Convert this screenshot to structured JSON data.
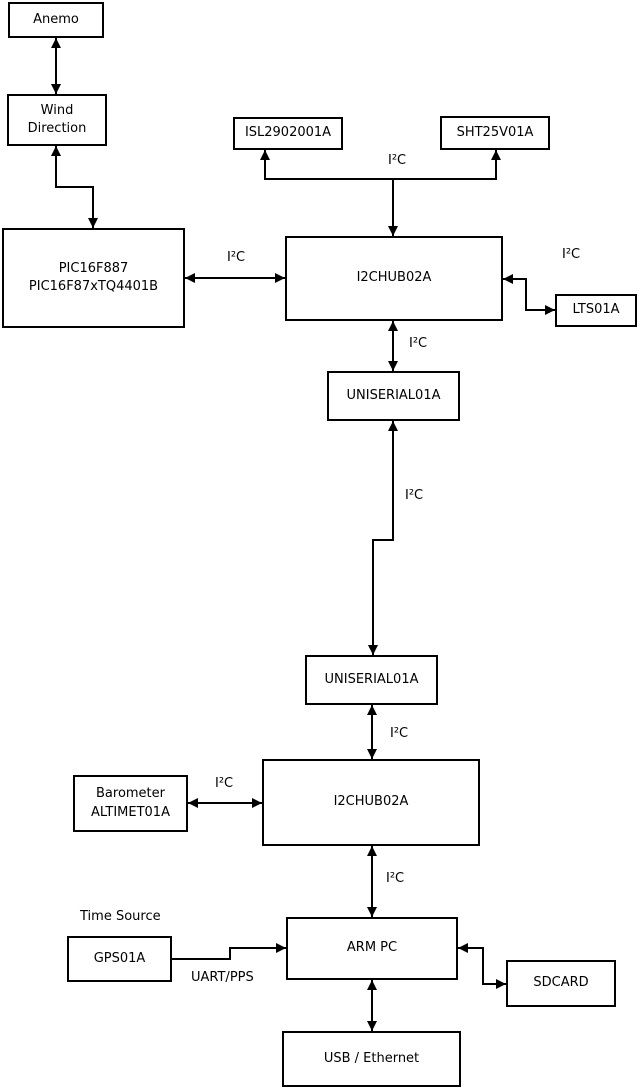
{
  "boxes": {
    "anemo": {
      "label": "Anemo"
    },
    "wind_direction": {
      "line1": "Wind",
      "line2": "Direction"
    },
    "pic": {
      "line1": "PIC16F887",
      "line2": "PIC16F87xTQ4401B"
    },
    "isl": {
      "label": "ISL2902001A"
    },
    "sht": {
      "label": "SHT25V01A"
    },
    "i2chub_top": {
      "label": "I2CHUB02A"
    },
    "lts": {
      "label": "LTS01A"
    },
    "uniserial_top": {
      "label": "UNISERIAL01A"
    },
    "uniserial_bottom": {
      "label": "UNISERIAL01A"
    },
    "i2chub_bottom": {
      "label": "I2CHUB02A"
    },
    "barometer": {
      "line1": "Barometer",
      "line2": "ALTIMET01A"
    },
    "gps": {
      "label": "GPS01A"
    },
    "arm_pc": {
      "label": "ARM PC"
    },
    "sdcard": {
      "label": "SDCARD"
    },
    "usb_ethernet": {
      "label": "USB / Ethernet"
    }
  },
  "labels": {
    "bus_isl_sht": "I²C",
    "pic_hub": "I²C",
    "hub_lts": "I²C",
    "hub_uniserial": "I²C",
    "uniserial_link": "I²C",
    "uniserial_hub2": "I²C",
    "barometer_hub2": "I²C",
    "hub2_armpc": "I²C",
    "time_source": "Time Source",
    "uart_pps": "UART/PPS"
  },
  "colors": {
    "line": "#000000",
    "box_border": "#000000",
    "box_fill": "#ffffff",
    "background": "#ffffff",
    "text": "#000000"
  }
}
